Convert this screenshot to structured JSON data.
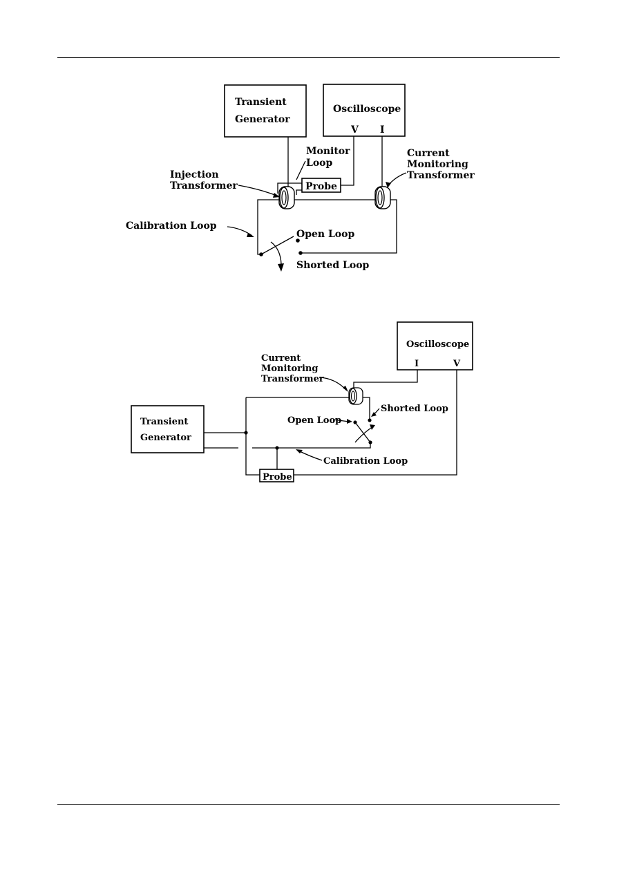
{
  "figure1": {
    "transient_generator": [
      "Transient",
      "Generator"
    ],
    "oscilloscope": "Oscilloscope",
    "v_terminal": "V",
    "i_terminal": "I",
    "monitor_loop": [
      "Monitor",
      "Loop"
    ],
    "probe": "Probe",
    "injection_transformer": [
      "Injection",
      "Transformer"
    ],
    "current_monitoring_transformer": [
      "Current",
      "Monitoring",
      "Transformer"
    ],
    "calibration_loop": "Calibration Loop",
    "open_loop": "Open Loop",
    "shorted_loop": "Shorted Loop"
  },
  "figure2": {
    "oscilloscope": "Oscilloscope",
    "i_terminal": "I",
    "v_terminal": "V",
    "current_monitoring_transformer": [
      "Current",
      "Monitoring",
      "Transformer"
    ],
    "shorted_loop": "Shorted Loop",
    "open_loop": "Open Loop",
    "transient_generator": [
      "Transient",
      "Generator"
    ],
    "calibration_loop": "Calibration Loop",
    "probe": "Probe"
  }
}
